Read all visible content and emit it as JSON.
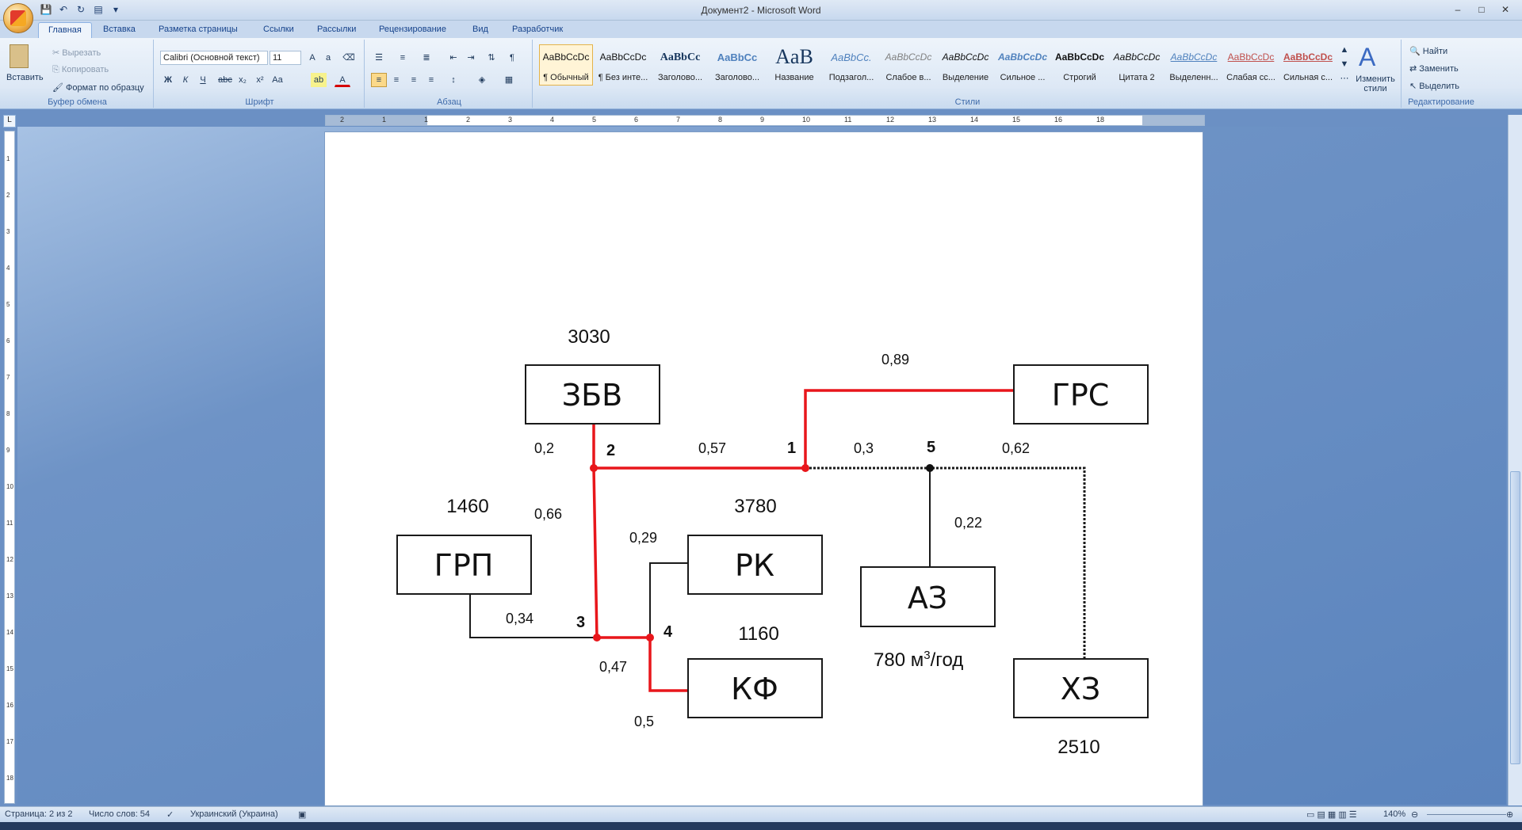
{
  "window": {
    "title": "Документ2 - Microsoft Word",
    "minimize": "–",
    "maximize": "□",
    "close": "✕"
  },
  "tabs": [
    "Главная",
    "Вставка",
    "Разметка страницы",
    "Ссылки",
    "Рассылки",
    "Рецензирование",
    "Вид",
    "Разработчик"
  ],
  "ribbon": {
    "clipboard": {
      "label": "Буфер обмена",
      "paste": "Вставить",
      "cut": "Вырезать",
      "copy": "Копировать",
      "format_painter": "Формат по образцу"
    },
    "font": {
      "label": "Шрифт",
      "name": "Calibri (Основной текст)",
      "size": "11"
    },
    "paragraph": {
      "label": "Абзац"
    },
    "styles": {
      "label": "Стили",
      "items": [
        {
          "sample": "AaBbCcDc",
          "name": "¶ Обычный"
        },
        {
          "sample": "AaBbCcDc",
          "name": "¶ Без инте..."
        },
        {
          "sample": "AaBbCc",
          "name": "Заголово..."
        },
        {
          "sample": "AaBbCc",
          "name": "Заголово..."
        },
        {
          "sample": "AaB",
          "name": "Название"
        },
        {
          "sample": "AaBbCc.",
          "name": "Подзагол..."
        },
        {
          "sample": "AaBbCcDc",
          "name": "Слабое в..."
        },
        {
          "sample": "AaBbCcDc",
          "name": "Выделение"
        },
        {
          "sample": "AaBbCcDc",
          "name": "Сильное ..."
        },
        {
          "sample": "AaBbCcDc",
          "name": "Строгий"
        },
        {
          "sample": "AaBbCcDc",
          "name": "Цитата 2"
        },
        {
          "sample": "AaBbCcDc",
          "name": "Выделенн..."
        },
        {
          "sample": "AaBbCcDc",
          "name": "Слабая сс..."
        },
        {
          "sample": "AaBbCcDc",
          "name": "Сильная с..."
        }
      ],
      "change_styles": "Изменить стили"
    },
    "editing": {
      "label": "Редактирование",
      "find": "Найти",
      "replace": "Заменить",
      "select": "Выделить"
    }
  },
  "ruler": {
    "h_ticks": [
      "2",
      "1",
      "1",
      "2",
      "3",
      "4",
      "5",
      "6",
      "7",
      "8",
      "9",
      "10",
      "11",
      "12",
      "13",
      "14",
      "15",
      "16",
      "18"
    ],
    "v_ticks": [
      "1",
      "2",
      "3",
      "4",
      "5",
      "6",
      "7",
      "8",
      "9",
      "10",
      "11",
      "12",
      "13",
      "14",
      "15",
      "16",
      "17",
      "18"
    ]
  },
  "diagram": {
    "nodes": {
      "zbv": "ЗБВ",
      "grs": "ГРС",
      "grp": "ГРП",
      "rk": "РК",
      "az": "АЗ",
      "kf": "КФ",
      "hz": "ХЗ"
    },
    "demands": {
      "zbv": "3030",
      "grp": "1460",
      "rk": "3780",
      "kf": "1160",
      "hz": "2510",
      "az_prefix": "780 м",
      "az_sup": "3",
      "az_suffix": "/год"
    },
    "lengths": {
      "grs_1": "0,89",
      "zbv_2": "0,2",
      "seg_2_1": "0,57",
      "seg_1_5": "0,3",
      "seg_5_hz": "0,62",
      "seg_5_az": "0,22",
      "seg_2_3": "0,66",
      "seg_4_rk": "0,29",
      "seg_grp_3": "0,34",
      "seg_3_4": "0,47",
      "seg_4_kf": "0,5"
    },
    "points": {
      "p1": "1",
      "p2": "2",
      "p3": "3",
      "p4": "4",
      "p5": "5"
    },
    "colors": {
      "main_route": "#e8161b",
      "line": "#1a1a1a"
    }
  },
  "status": {
    "page": "Страница: 2 из 2",
    "words": "Число слов: 54",
    "language": "Украинский (Украина)",
    "zoom": "140%"
  }
}
